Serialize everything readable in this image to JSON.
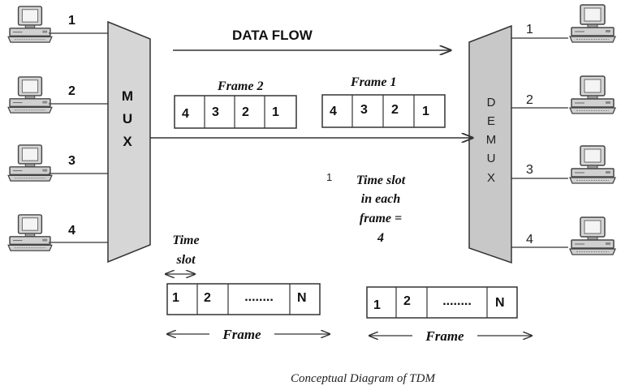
{
  "mux_label": [
    "M",
    "U",
    "X"
  ],
  "demux_label": [
    "D",
    "E",
    "M",
    "U",
    "X"
  ],
  "left_ports": [
    "1",
    "2",
    "3",
    "4"
  ],
  "right_ports": [
    "1",
    "2",
    "3",
    "4"
  ],
  "data_flow_label": "DATA FLOW",
  "frames": [
    {
      "title": "Frame 2",
      "slots": [
        "4",
        "3",
        "2",
        "1"
      ]
    },
    {
      "title": "Frame 1",
      "slots": [
        "4",
        "3",
        "2",
        "1"
      ]
    }
  ],
  "stray_digit": "1",
  "time_slot_note": [
    "Time slot",
    "in each",
    "frame =",
    "4"
  ],
  "time_slot_label": [
    "Time",
    "slot"
  ],
  "generic_frames": [
    {
      "slots": [
        "1",
        "2",
        "........",
        "N"
      ],
      "label": "Frame"
    },
    {
      "slots": [
        "1",
        "2",
        "........",
        "N"
      ],
      "label": "Frame"
    }
  ],
  "caption": "Conceptual Diagram of TDM",
  "colors": {
    "device": "#c8c8c8",
    "line": "#555555",
    "ink": "#111111"
  }
}
